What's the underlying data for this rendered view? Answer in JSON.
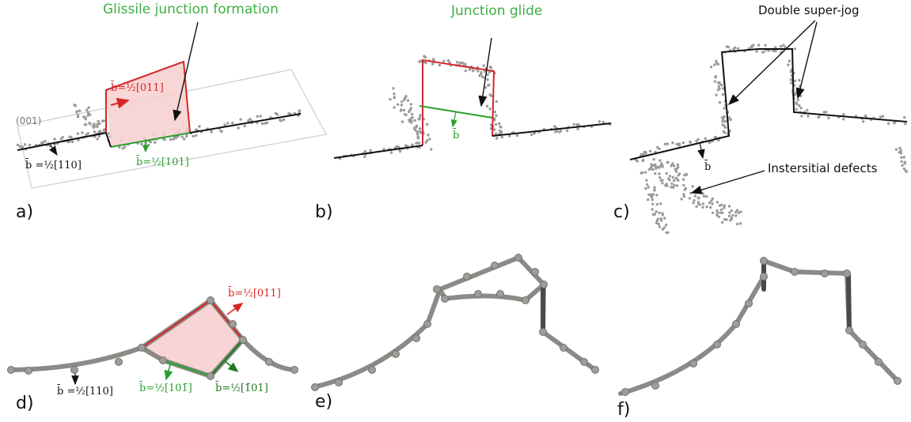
{
  "headers": {
    "a": "Glissile junction formation",
    "b": "Junction glide",
    "c1": "Double super-jog",
    "c2": "Instersitial defects"
  },
  "panel_labels": [
    "a)",
    "b)",
    "c)",
    "d)",
    "e)",
    "f)"
  ],
  "annotations": {
    "plane": "(001)",
    "a_b_red": "b̄=½[011]",
    "a_b_black": "b̄ =½[110]",
    "a_b_green": "b̄=½[101]",
    "b_b": "b̄",
    "c_b": "b̄",
    "d_b_red": "b̄=½[011]",
    "d_b_black": "b̄ =½[110]",
    "d_b_green": "b̄=½[101̄]",
    "d_b_dkgreen": "b̄=½[1̄01]"
  },
  "colors": {
    "red": "#d62728",
    "green": "#2ca02c",
    "dark_green": "#1e7b1e",
    "black": "#111111",
    "gray_atoms": "#9a9a9a",
    "fill_pink": "#f7cfcf",
    "tube": "#8a8a86"
  }
}
